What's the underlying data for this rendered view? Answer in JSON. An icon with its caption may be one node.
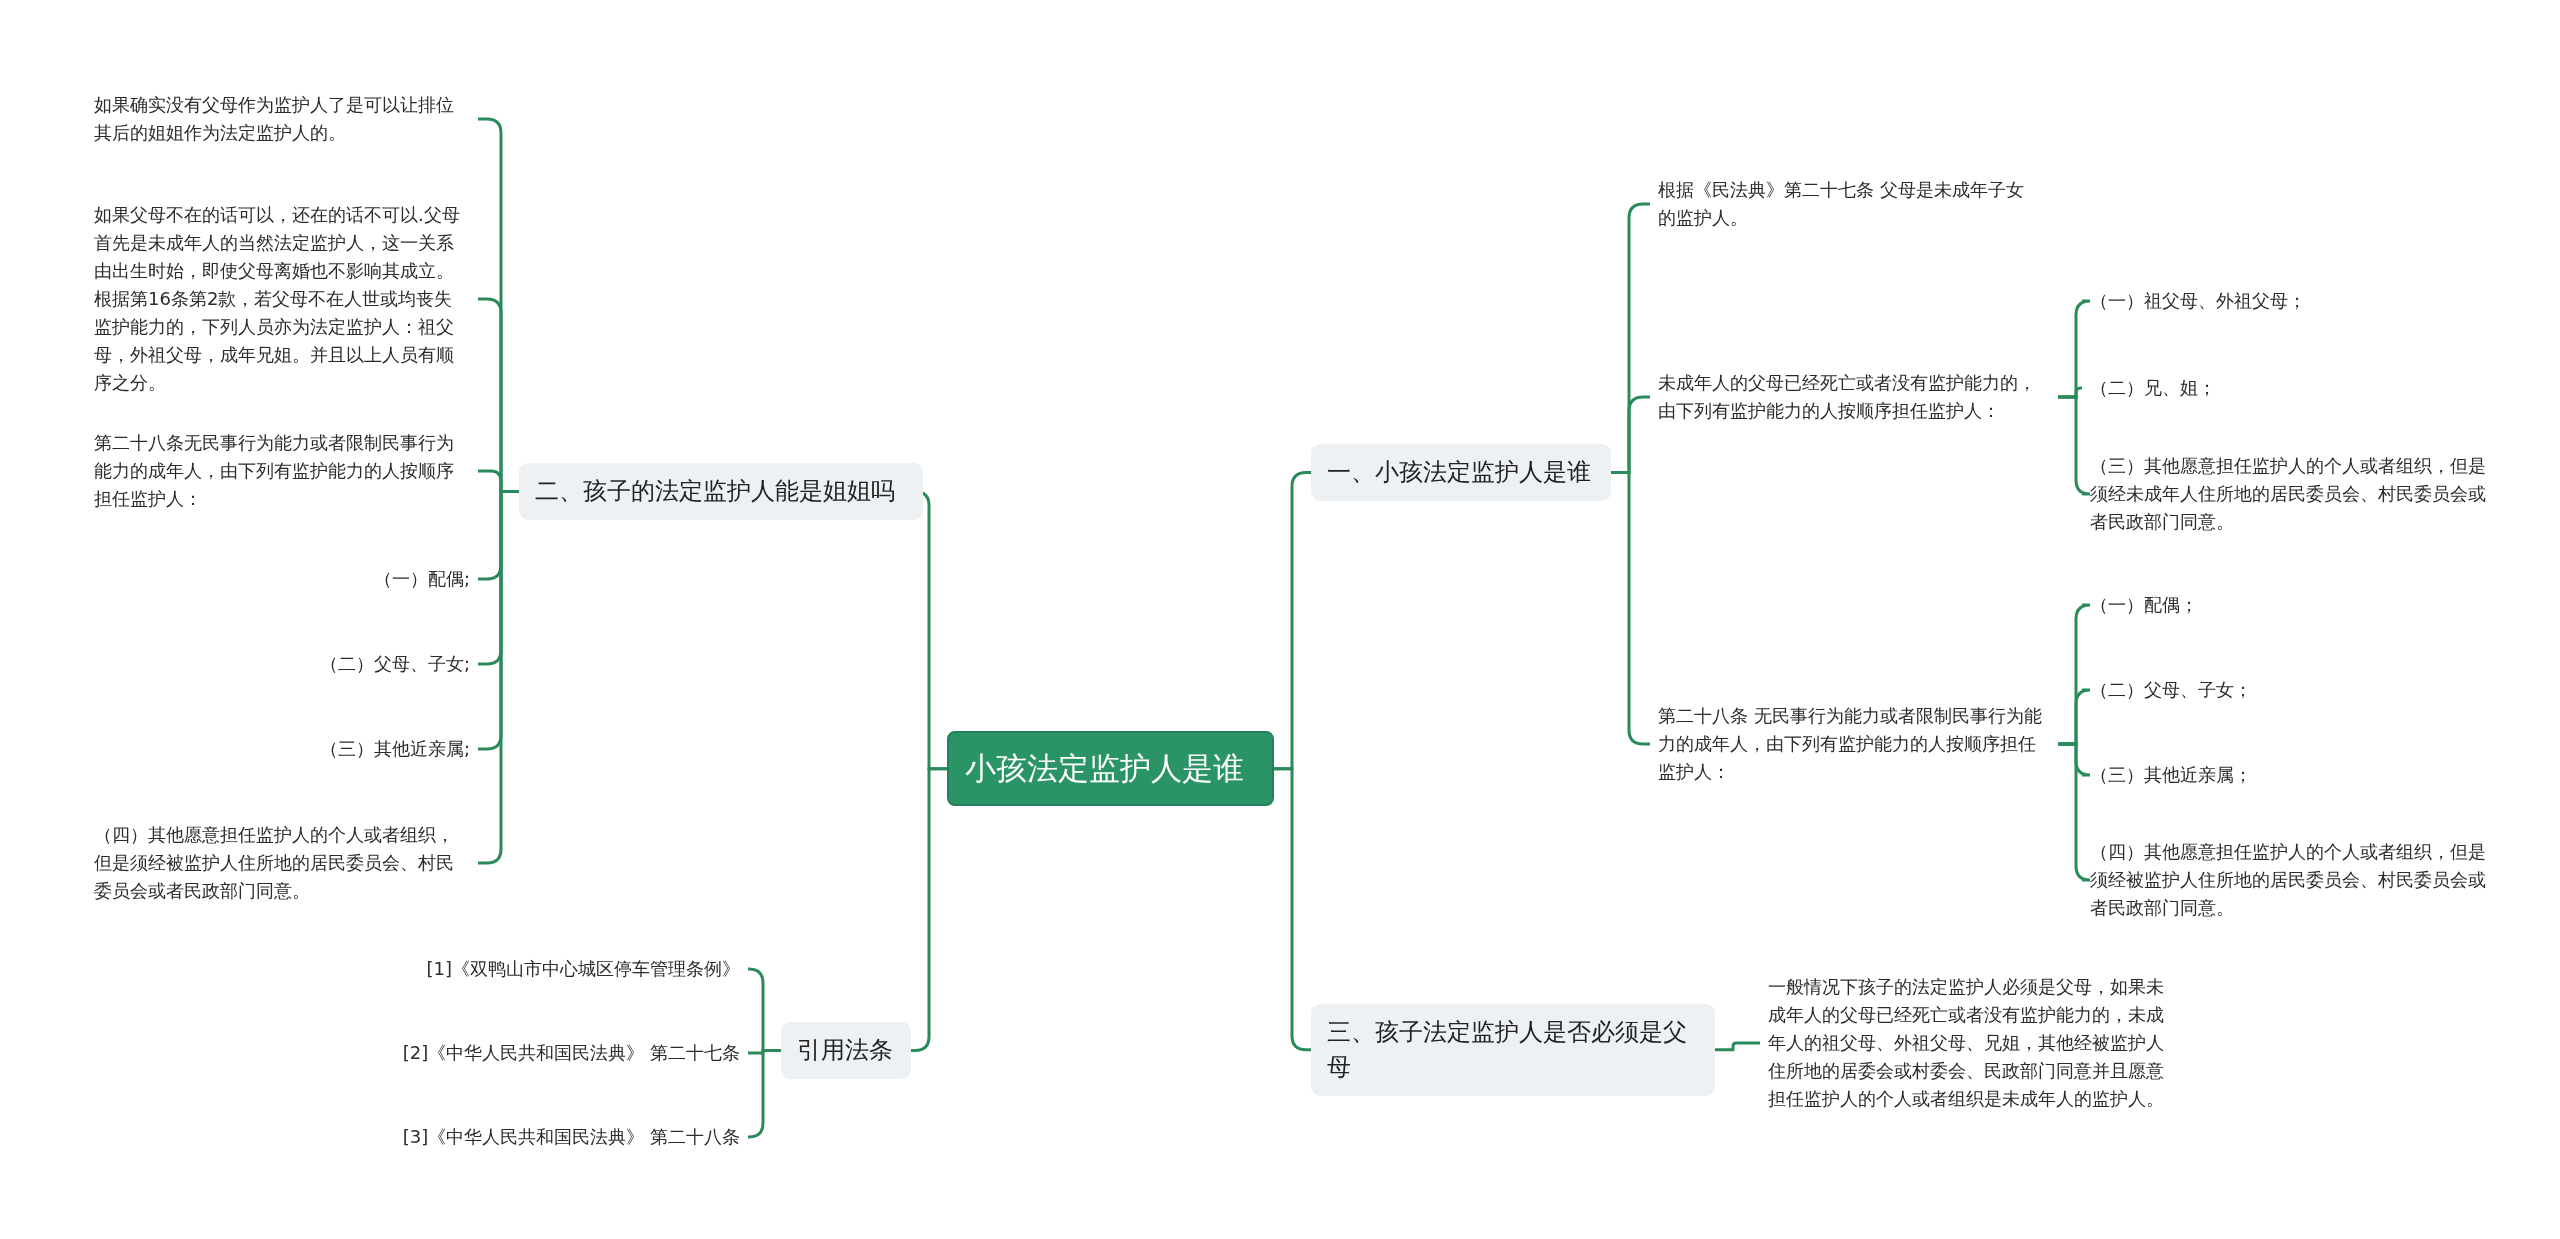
{
  "diagram": {
    "nodes": [
      {
        "text": [
          "小孩法定监护人是谁"
        ]
      },
      {
        "text": [
          "一、小孩法定监护人是谁"
        ]
      },
      {
        "text": [
          "根据《民法典》第二十七条 父母是未成年子女的监护人。"
        ]
      },
      {
        "text": [
          "未成年人的父母已经死亡或者没有监护能力的，由下列有监护能力的人按顺序担任监护人："
        ]
      },
      {
        "text": [
          "（一）祖父母、外祖父母；"
        ]
      },
      {
        "text": [
          "（二）兄、姐；"
        ]
      },
      {
        "text": [
          "（三）其他愿意担任监护人的个人或者组织，但是须经未成年人住所地的居民委员会、村民委员会或者民政部门同意。"
        ]
      },
      {
        "text": [
          "第二十八条 无民事行为能力或者限制民事行为能力的成年人，由下列有监护能力的人按顺序担任监护人："
        ]
      },
      {
        "text": [
          "（一）配偶；"
        ]
      },
      {
        "text": [
          "（二）父母、子女；"
        ]
      },
      {
        "text": [
          "（三）其他近亲属；"
        ]
      },
      {
        "text": [
          "（四）其他愿意担任监护人的个人或者组织，但是须经被监护人住所地的居民委员会、村民委员会或者民政部门同意。"
        ]
      },
      {
        "text": [
          "三、孩子法定监护人是否必须是父母"
        ]
      },
      {
        "text": [
          "一般情况下孩子的法定监护人必须是父母，如果未成年人的父母已经死亡或者没有监护能力的，未成年人的祖父母、外祖父母、兄姐，其他经被监护人住所地的居委会或村委会、民政部门同意并且愿意担任监护人的个人或者组织是未成年人的监护人。"
        ]
      },
      {
        "text": [
          "二、孩子的法定监护人能是姐姐吗"
        ]
      },
      {
        "text": [
          "如果确实没有父母作为监护人了是可以让排位其后的姐姐作为法定监护人的。"
        ]
      },
      {
        "text": [
          "如果父母不在的话可以，还在的话不可以.父母首先是未成年人的当然法定监护人，这一关系由出生时始，即使父母离婚也不影响其成立。根据第16条第2款，若父母不在人世或均丧失监护能力的，下列人员亦为法定监护人：祖父母，外祖父母，成年兄姐。并且以上人员有顺序之分。"
        ]
      },
      {
        "text": [
          "第二十八条无民事行为能力或者限制民事行为能力的成年人，由下列有监护能力的人按顺序担任监护人："
        ]
      },
      {
        "text": [
          "（一）配偶;"
        ]
      },
      {
        "text": [
          "（二）父母、子女;"
        ]
      },
      {
        "text": [
          "（三）其他近亲属;"
        ]
      },
      {
        "text": [
          "（四）其他愿意担任监护人的个人或者组织，但是须经被监护人住所地的居民委员会、村民委员会或者民政部门同意。"
        ]
      },
      {
        "text": [
          "引用法条"
        ]
      },
      {
        "text": [
          "[1]《双鸭山市中心城区停车管理条例》"
        ]
      },
      {
        "text": [
          "[2]《中华人民共和国民法典》 第二十七条"
        ]
      },
      {
        "text": [
          "[3]《中华人民共和国民法典》 第二十八条"
        ]
      }
    ],
    "edges": [
      {
        "from": 0,
        "to": 1,
        "arrow": "none"
      },
      {
        "from": 1,
        "to": 2,
        "arrow": "none"
      },
      {
        "from": 1,
        "to": 3,
        "arrow": "none"
      },
      {
        "from": 3,
        "to": 4,
        "arrow": "none"
      },
      {
        "from": 3,
        "to": 5,
        "arrow": "none"
      },
      {
        "from": 3,
        "to": 6,
        "arrow": "none"
      },
      {
        "from": 1,
        "to": 7,
        "arrow": "none"
      },
      {
        "from": 7,
        "to": 8,
        "arrow": "none"
      },
      {
        "from": 7,
        "to": 9,
        "arrow": "none"
      },
      {
        "from": 7,
        "to": 10,
        "arrow": "none"
      },
      {
        "from": 7,
        "to": 11,
        "arrow": "none"
      },
      {
        "from": 0,
        "to": 12,
        "arrow": "none"
      },
      {
        "from": 12,
        "to": 13,
        "arrow": "none"
      },
      {
        "from": 0,
        "to": 14,
        "arrow": "none"
      },
      {
        "from": 14,
        "to": 15,
        "arrow": "none"
      },
      {
        "from": 14,
        "to": 16,
        "arrow": "none"
      },
      {
        "from": 14,
        "to": 17,
        "arrow": "none"
      },
      {
        "from": 14,
        "to": 18,
        "arrow": "none"
      },
      {
        "from": 14,
        "to": 19,
        "arrow": "none"
      },
      {
        "from": 14,
        "to": 20,
        "arrow": "none"
      },
      {
        "from": 14,
        "to": 21,
        "arrow": "none"
      },
      {
        "from": 0,
        "to": 22,
        "arrow": "none"
      },
      {
        "from": 22,
        "to": 23,
        "arrow": "none"
      },
      {
        "from": 22,
        "to": 24,
        "arrow": "none"
      },
      {
        "from": 22,
        "to": 25,
        "arrow": "none"
      }
    ]
  }
}
